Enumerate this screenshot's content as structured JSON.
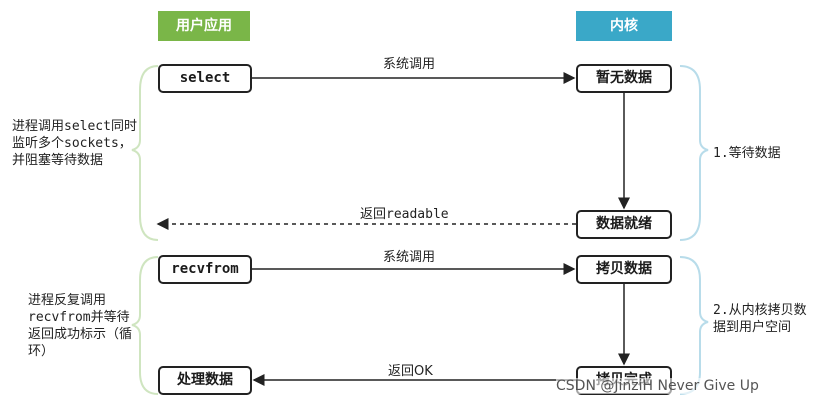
{
  "headers": {
    "user_app": "用户应用",
    "kernel": "内核"
  },
  "boxes": {
    "select": "select",
    "recvfrom": "recvfrom",
    "process_data": "处理数据",
    "no_data": "暂无数据",
    "data_ready": "数据就绪",
    "copy_data": "拷贝数据",
    "copy_done": "拷贝完成"
  },
  "arrows": {
    "syscall_1": "系统调用",
    "return_readable": "返回readable",
    "syscall_2": "系统调用",
    "return_ok": "返回OK"
  },
  "notes": {
    "left_1": "进程调用select同时监听多个sockets，并阻塞等待数据",
    "left_2": "进程反复调用recvfrom并等待返回成功标示（循环）",
    "right_1": "1.等待数据",
    "right_2": "2.从内核拷贝数据到用户空间"
  },
  "watermark": "CSDN @JinziH Never Give Up",
  "colors": {
    "user_header": "#7ab648",
    "kernel_header": "#3aa8c8",
    "bracket": "#c8e0b8",
    "bracket_right": "#b0dbe8"
  }
}
